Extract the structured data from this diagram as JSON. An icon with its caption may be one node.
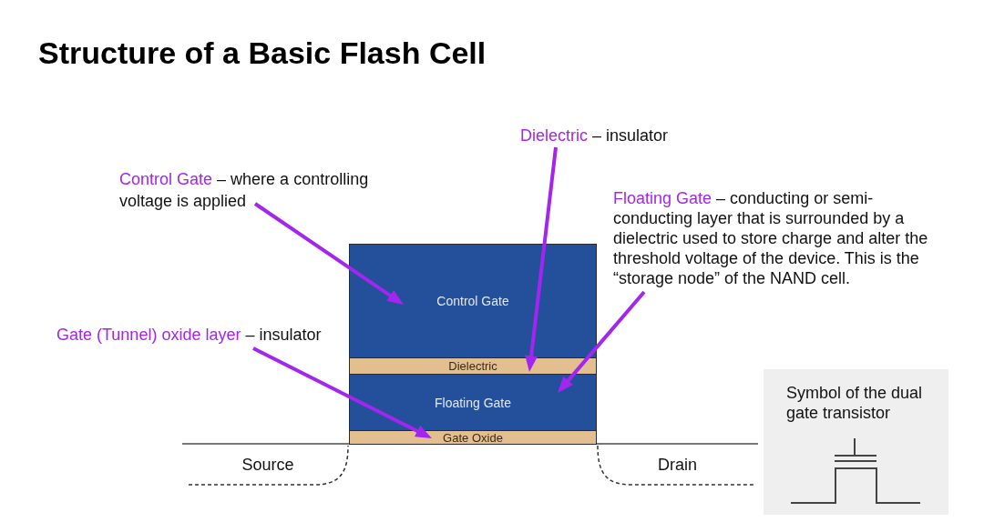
{
  "diagram": {
    "title": "Structure of a Basic Flash Cell",
    "nodes": [
      {
        "text": [
          "Dielectric",
          "– insulator"
        ]
      },
      {
        "text": [
          "Control Gate",
          "– where a controlling voltage is applied"
        ]
      },
      {
        "text": [
          "Floating Gate",
          "– conducting or semi-conducting layer that is surrounded by a dielectric used to store charge and alter the threshold voltage of the device. This is the “storage node” of the NAND cell."
        ]
      },
      {
        "text": [
          "Control Gate"
        ]
      },
      {
        "text": [
          "Gate (Tunnel) oxide layer",
          "– insulator"
        ]
      },
      {
        "text": [
          "Dielectric"
        ]
      },
      {
        "text": [
          "Floating Gate"
        ]
      },
      {
        "text": [
          "Gate Oxide"
        ]
      },
      {
        "text": [
          "Symbol of the dual gate transistor"
        ]
      },
      {
        "text": [
          "Source"
        ]
      },
      {
        "text": [
          "Drain"
        ]
      }
    ],
    "edges": [
      {
        "from": 0,
        "to": 5,
        "arrow": "to"
      },
      {
        "from": 1,
        "to": 3,
        "arrow": "to"
      },
      {
        "from": 2,
        "to": 6,
        "arrow": "to"
      },
      {
        "from": 4,
        "to": 7,
        "arrow": "to"
      }
    ]
  }
}
